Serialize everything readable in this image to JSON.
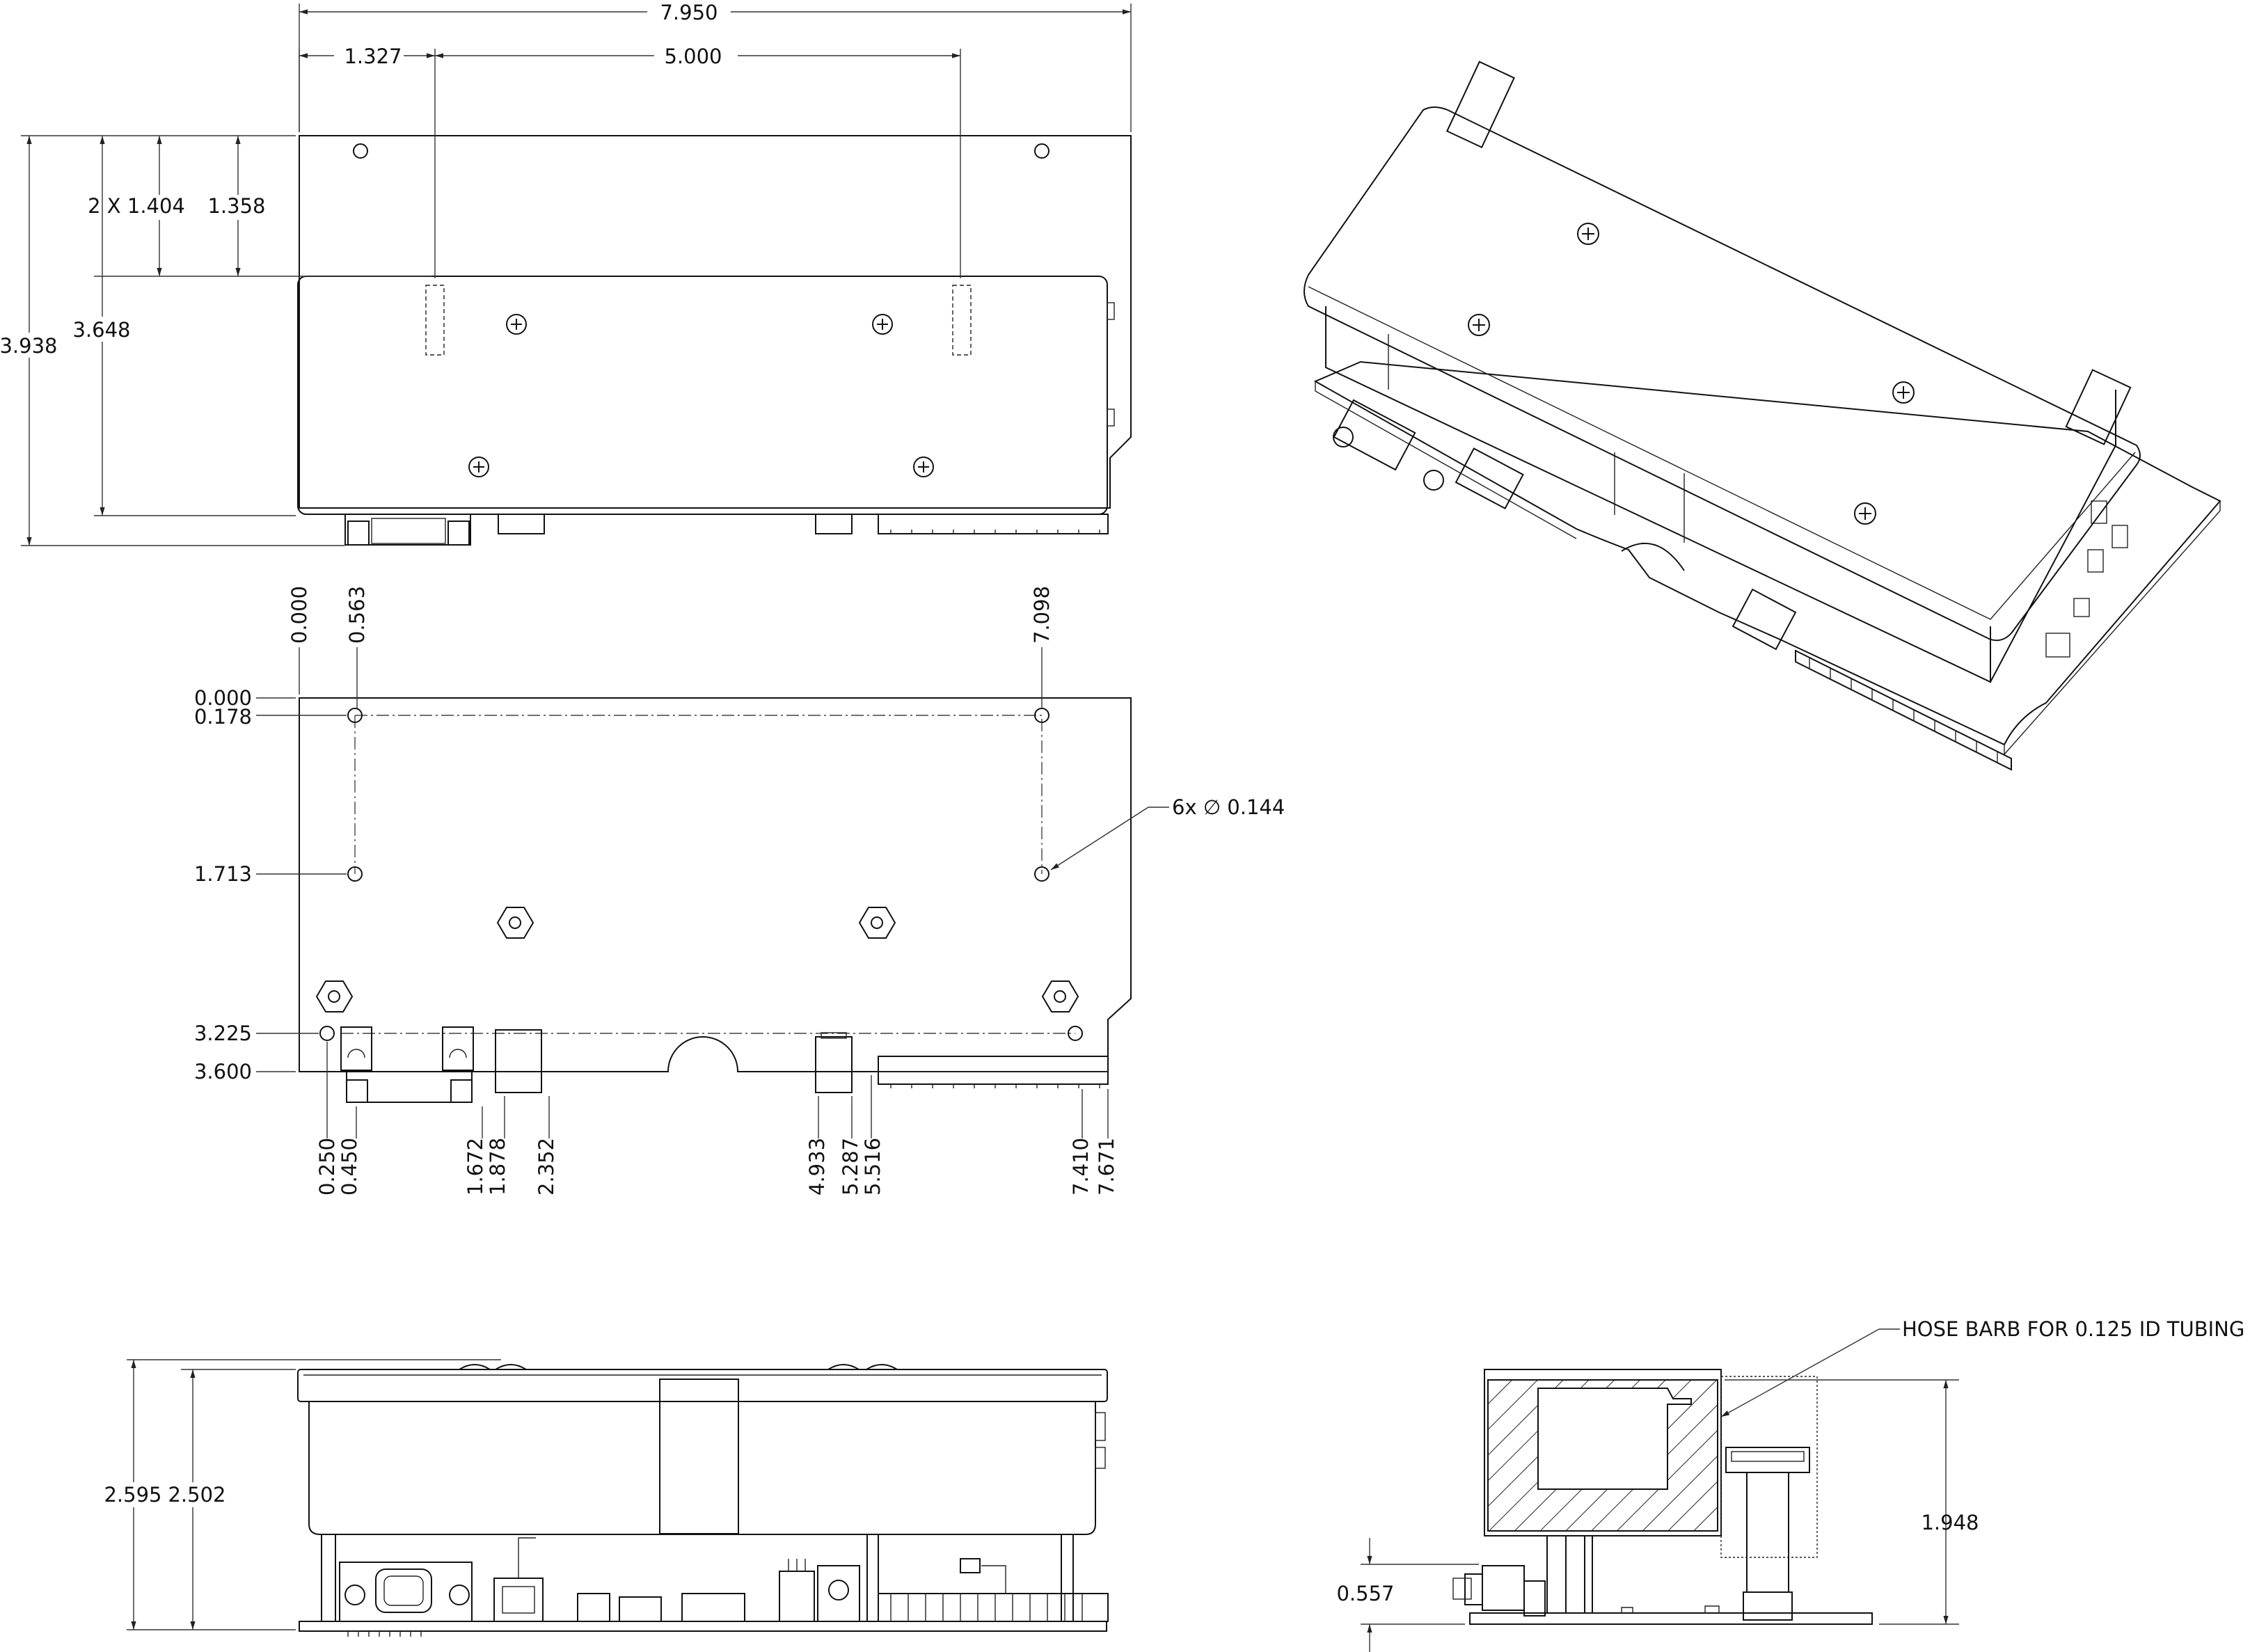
{
  "top_view": {
    "overall_width": "7.950",
    "hole_offset_x": "1.327",
    "hole_spacing_x": "5.000",
    "overall_height": "3.938",
    "cover_height": "3.648",
    "two_x_offset": "2 X 1.404",
    "cover_offset": "1.358"
  },
  "hole_view": {
    "x_labels": [
      "0.000",
      "0.563",
      "7.098"
    ],
    "y_labels": [
      "0.000",
      "0.178",
      "1.713",
      "3.225",
      "3.600"
    ],
    "bottom_labels": [
      "0.250",
      "0.450",
      "1.672",
      "1.878",
      "2.352",
      "4.933",
      "5.287",
      "5.516",
      "7.410",
      "7.671"
    ],
    "hole_callout": "6x ∅ 0.144"
  },
  "side_view": {
    "overall_height": "2.595",
    "cover_height": "2.502"
  },
  "end_view": {
    "hose_note": "HOSE BARB FOR 0.125 ID TUBING",
    "height_1": "1.948",
    "height_2": "0.557"
  }
}
